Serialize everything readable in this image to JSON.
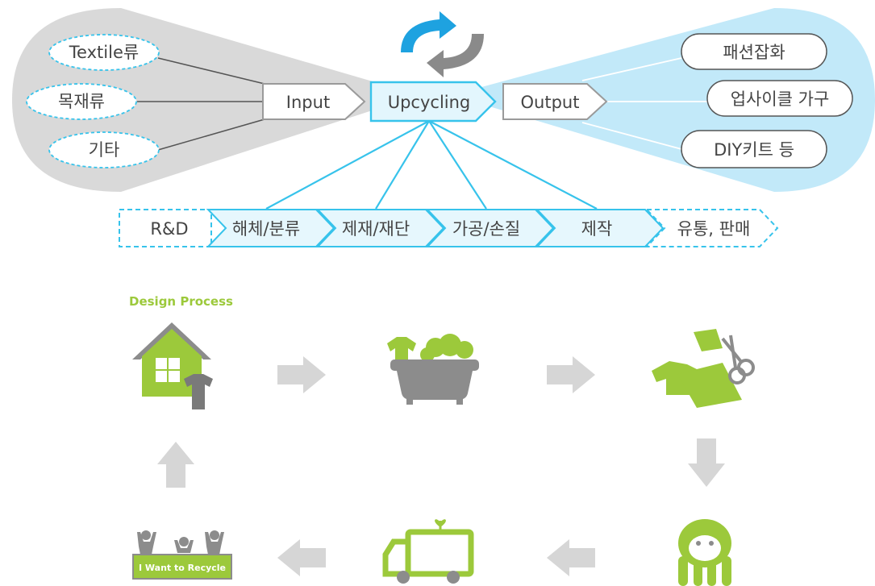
{
  "flow": {
    "inputs": [
      "Textile류",
      "목재류",
      "기타"
    ],
    "input_label": "Input",
    "center_label": "Upcycling",
    "output_label": "Output",
    "outputs": [
      "패션잡화",
      "업사이클 가구",
      "DIY키트 등"
    ],
    "stages": [
      "R&D",
      "해체/분류",
      "제재/재단",
      "가공/손질",
      "제작",
      "유통, 판매"
    ]
  },
  "process": {
    "title": "Design Process",
    "recycle_badge": "I Want to Recycle",
    "icons": [
      "house-with-shirt-icon",
      "washing-tub-icon",
      "cutting-scissors-icon",
      "monkey-toy-icon",
      "delivery-truck-icon",
      "recycle-people-icon"
    ]
  },
  "colors": {
    "gray_blob": "#d8d8d8",
    "blue_blob": "#bfe8f8",
    "cyan_accent": "#37c3eb",
    "green_accent": "#9cc93b",
    "arrow_gray": "#d6d6d6",
    "icon_gray": "#8c8c8c"
  }
}
